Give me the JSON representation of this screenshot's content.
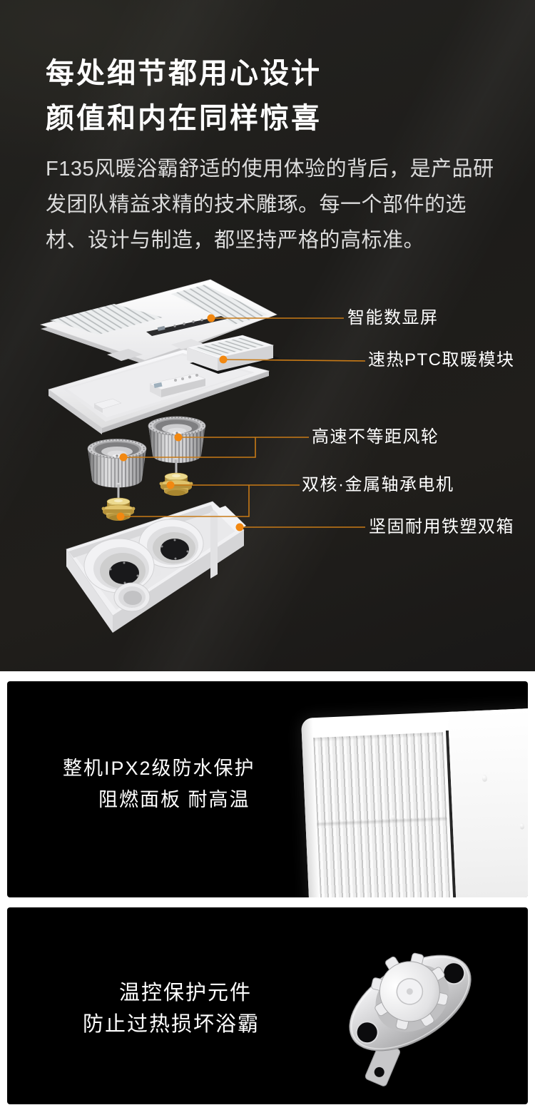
{
  "section_top": {
    "bg_color": "#1e1d1b",
    "title_line1": "每处细节都用心设计",
    "title_line2": "颜值和内在同样惊喜",
    "paragraph": "F135风暖浴霸舒适的使用体验的背后，是产品研发团队精益求精的技术雕琢。每一个部件的选材、设计与制造，都坚持严格的高标准。"
  },
  "diagram": {
    "accent_color": "#f28811",
    "line_color": "#c87a16",
    "callouts": [
      {
        "id": "display",
        "label": "智能数显屏"
      },
      {
        "id": "ptc",
        "label": "速热PTC取暖模块"
      },
      {
        "id": "fan-wheel",
        "label": "高速不等距风轮"
      },
      {
        "id": "motor",
        "label": "双核·金属轴承电机"
      },
      {
        "id": "housing",
        "label": "坚固耐用铁塑双箱"
      }
    ]
  },
  "cards": [
    {
      "line1": "整机IPX2级防水保护",
      "line2": "阻燃面板 耐高温",
      "image": "waterproof-grille-panel"
    },
    {
      "line1": "温控保护元件",
      "line2": "防止过热损坏浴霸",
      "image": "thermal-cutoff-component"
    }
  ]
}
